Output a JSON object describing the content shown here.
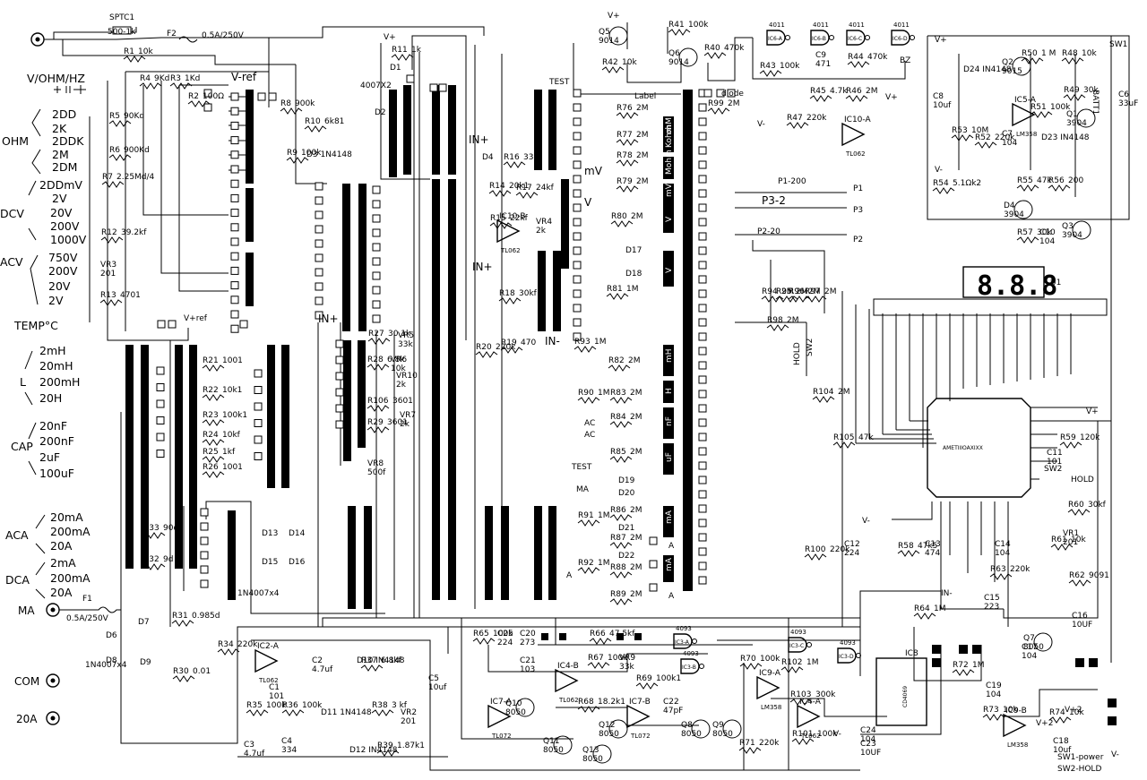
{
  "range_labels": [
    "V/OHM/HZ",
    "2DD",
    "2K",
    "OHM",
    "2DDK",
    "2M",
    "2DM",
    "2DDmV",
    "2V",
    "DCV",
    "20V",
    "200V",
    "1000V",
    "ACV",
    "750V",
    "200V",
    "20V",
    "2V",
    "TEMP°C",
    "2mH",
    "20mH",
    "L",
    "200mH",
    "20H",
    "20nF",
    "CAP",
    "200nF",
    "2uF",
    "100uF",
    "20mA",
    "ACA",
    "200mA",
    "20A",
    "2mA",
    "DCA",
    "200mA",
    "20A"
  ],
  "terminals": {
    "ma": "MA",
    "com": "COM",
    "a20": "20A"
  },
  "fuses": {
    "f1": "F1",
    "f1v": "0.5A/250V",
    "f2": "F2",
    "f2v": "0.5A/250V",
    "sptc": "SPTC1",
    "sptcv": "500-1k"
  },
  "resistors": [
    {
      "ref": "R1",
      "val": "10k"
    },
    {
      "ref": "R2",
      "val": "100Ω"
    },
    {
      "ref": "R3",
      "val": "1Kd"
    },
    {
      "ref": "R4",
      "val": "9Kd"
    },
    {
      "ref": "R5",
      "val": "90Kd"
    },
    {
      "ref": "R6",
      "val": "900Kd"
    },
    {
      "ref": "R7",
      "val": "2.25Md/4"
    },
    {
      "ref": "R8",
      "val": "900k"
    },
    {
      "ref": "R9",
      "val": "100k"
    },
    {
      "ref": "R10",
      "val": "6k81"
    },
    {
      "ref": "R11",
      "val": "1k"
    },
    {
      "ref": "R12",
      "val": "39.2kf"
    },
    {
      "ref": "R13",
      "val": "4701"
    },
    {
      "ref": "R14",
      "val": "20k1"
    },
    {
      "ref": "R15",
      "val": "22kf"
    },
    {
      "ref": "R16",
      "val": "33kf"
    },
    {
      "ref": "R17",
      "val": "24kf"
    },
    {
      "ref": "R18",
      "val": "30kf"
    },
    {
      "ref": "R19",
      "val": "470"
    },
    {
      "ref": "R20",
      "val": "220k"
    },
    {
      "ref": "R21",
      "val": "1001"
    },
    {
      "ref": "R22",
      "val": "10k1"
    },
    {
      "ref": "R23",
      "val": "100k1"
    },
    {
      "ref": "R24",
      "val": "10kf"
    },
    {
      "ref": "R25",
      "val": "1kf"
    },
    {
      "ref": "R26",
      "val": "1001"
    },
    {
      "ref": "R27",
      "val": "30.1k"
    },
    {
      "ref": "R28",
      "val": "6.8k"
    },
    {
      "ref": "R29",
      "val": "3601"
    },
    {
      "ref": "R30",
      "val": "0.01"
    },
    {
      "ref": "R31",
      "val": "0.985d"
    },
    {
      "ref": "R32",
      "val": "9d"
    },
    {
      "ref": "R33",
      "val": "90d"
    },
    {
      "ref": "R34",
      "val": "220k"
    },
    {
      "ref": "R35",
      "val": "100k"
    },
    {
      "ref": "R36",
      "val": "100k"
    },
    {
      "ref": "R37",
      "val": "6.8kf"
    },
    {
      "ref": "R38",
      "val": "3 kf"
    },
    {
      "ref": "R39",
      "val": "1.87k1"
    },
    {
      "ref": "R40",
      "val": "470k"
    },
    {
      "ref": "R41",
      "val": "100k"
    },
    {
      "ref": "R42",
      "val": "10k"
    },
    {
      "ref": "R43",
      "val": "100k"
    },
    {
      "ref": "R44",
      "val": "470k"
    },
    {
      "ref": "R45",
      "val": "4.7k"
    },
    {
      "ref": "R46",
      "val": "2M"
    },
    {
      "ref": "R47",
      "val": "220k"
    },
    {
      "ref": "R48",
      "val": "10k"
    },
    {
      "ref": "R49",
      "val": "30k"
    },
    {
      "ref": "R50",
      "val": "1 M"
    },
    {
      "ref": "R51",
      "val": "100k"
    },
    {
      "ref": "R52",
      "val": "220k"
    },
    {
      "ref": "R53",
      "val": "10M"
    },
    {
      "ref": "R54",
      "val": "5.1Ωk2"
    },
    {
      "ref": "R55",
      "val": "47k"
    },
    {
      "ref": "R56",
      "val": "200"
    },
    {
      "ref": "R57",
      "val": "30k"
    },
    {
      "ref": "R58",
      "val": "47k5"
    },
    {
      "ref": "R59",
      "val": "120k"
    },
    {
      "ref": "R60",
      "val": "30kf"
    },
    {
      "ref": "R61",
      "val": "10k"
    },
    {
      "ref": "R62",
      "val": "9091"
    },
    {
      "ref": "R63",
      "val": "220k"
    },
    {
      "ref": "R64",
      "val": "1M"
    },
    {
      "ref": "R65",
      "val": "100k"
    },
    {
      "ref": "R66",
      "val": "47.5kf"
    },
    {
      "ref": "R67",
      "val": "100k"
    },
    {
      "ref": "R68",
      "val": "18.2k1"
    },
    {
      "ref": "R69",
      "val": "100k1"
    },
    {
      "ref": "R70",
      "val": "100k"
    },
    {
      "ref": "R71",
      "val": "220k"
    },
    {
      "ref": "R72",
      "val": "1M"
    },
    {
      "ref": "R73",
      "val": "10k"
    },
    {
      "ref": "R74",
      "val": "10k"
    },
    {
      "ref": "R76",
      "val": "2M"
    },
    {
      "ref": "R77",
      "val": "2M"
    },
    {
      "ref": "R78",
      "val": "2M"
    },
    {
      "ref": "R79",
      "val": "2M"
    },
    {
      "ref": "R80",
      "val": "2M"
    },
    {
      "ref": "R81",
      "val": "1M"
    },
    {
      "ref": "R82",
      "val": "2M"
    },
    {
      "ref": "R83",
      "val": "2M"
    },
    {
      "ref": "R84",
      "val": "2M"
    },
    {
      "ref": "R85",
      "val": "2M"
    },
    {
      "ref": "R86",
      "val": "2M"
    },
    {
      "ref": "R87",
      "val": "2M"
    },
    {
      "ref": "R88",
      "val": "2M"
    },
    {
      "ref": "R89",
      "val": "2M"
    },
    {
      "ref": "R90",
      "val": "1M"
    },
    {
      "ref": "R91",
      "val": "1M"
    },
    {
      "ref": "R92",
      "val": "1M"
    },
    {
      "ref": "R93",
      "val": "1M"
    },
    {
      "ref": "R94",
      "val": "2M"
    },
    {
      "ref": "R95",
      "val": "2M"
    },
    {
      "ref": "R96",
      "val": "2M"
    },
    {
      "ref": "R97",
      "val": "2M"
    },
    {
      "ref": "R98",
      "val": "2M"
    },
    {
      "ref": "R99",
      "val": "2M"
    },
    {
      "ref": "R100",
      "val": "220k"
    },
    {
      "ref": "R101",
      "val": "100k"
    },
    {
      "ref": "R102",
      "val": "1M"
    },
    {
      "ref": "R103",
      "val": "300k"
    },
    {
      "ref": "R104",
      "val": "2M"
    },
    {
      "ref": "R105",
      "val": "47k"
    },
    {
      "ref": "R106",
      "val": "3601"
    }
  ],
  "vr": [
    {
      "ref": "VR1",
      "val": "201"
    },
    {
      "ref": "VR2",
      "val": "201"
    },
    {
      "ref": "VR3",
      "val": "201"
    },
    {
      "ref": "VR4",
      "val": "2k"
    },
    {
      "ref": "VR5",
      "val": "33k"
    },
    {
      "ref": "VR6",
      "val": "10k"
    },
    {
      "ref": "VR7",
      "val": "2k"
    },
    {
      "ref": "VR8",
      "val": "500f"
    },
    {
      "ref": "VR9",
      "val": "33k"
    },
    {
      "ref": "VR10",
      "val": "2k"
    }
  ],
  "capacitors": [
    {
      "ref": "C1",
      "val": "101"
    },
    {
      "ref": "C2",
      "val": "4.7uf"
    },
    {
      "ref": "C3",
      "val": "4.7uf"
    },
    {
      "ref": "C4",
      "val": "334"
    },
    {
      "ref": "C5",
      "val": "10uf"
    },
    {
      "ref": "C6",
      "val": "33uF"
    },
    {
      "ref": "C7",
      "val": "104"
    },
    {
      "ref": "C8",
      "val": "10uf"
    },
    {
      "ref": "C9",
      "val": "471"
    },
    {
      "ref": "C10",
      "val": "104"
    },
    {
      "ref": "C11",
      "val": "101"
    },
    {
      "ref": "C12",
      "val": "224"
    },
    {
      "ref": "C13",
      "val": "474"
    },
    {
      "ref": "C14",
      "val": "104"
    },
    {
      "ref": "C15",
      "val": "223"
    },
    {
      "ref": "C16",
      "val": "10UF"
    },
    {
      "ref": "C17",
      "val": "104"
    },
    {
      "ref": "C18",
      "val": "10uf"
    },
    {
      "ref": "C19",
      "val": "104"
    },
    {
      "ref": "C20",
      "val": "273"
    },
    {
      "ref": "C21",
      "val": "103"
    },
    {
      "ref": "C22",
      "val": "47pF"
    },
    {
      "ref": "C23",
      "val": "10UF"
    },
    {
      "ref": "C24",
      "val": "104"
    },
    {
      "ref": "C25",
      "val": "224"
    }
  ],
  "diodes": [
    "D1",
    "D2",
    "D3 1N4148",
    "D4",
    "D6",
    "D7",
    "D8",
    "D9",
    "D10 IN4148",
    "D11 1N4148",
    "D12 IN4148",
    "D13",
    "D14",
    "D15",
    "D16",
    "D17",
    "D18",
    "D19",
    "D20",
    "D21",
    "D22",
    "D23 IN4148",
    "D24 IN4148"
  ],
  "transistors": [
    {
      "ref": "Q1",
      "val": "3904"
    },
    {
      "ref": "Q2",
      "val": "9015"
    },
    {
      "ref": "Q3",
      "val": "3904"
    },
    {
      "ref": "D4",
      "val": "3904"
    },
    {
      "ref": "Q5",
      "val": "9014"
    },
    {
      "ref": "Q6",
      "val": "9014"
    },
    {
      "ref": "Q7",
      "val": "8050"
    },
    {
      "ref": "Q8",
      "val": "8050"
    },
    {
      "ref": "Q9",
      "val": "8050"
    },
    {
      "ref": "Q10",
      "val": "8050"
    },
    {
      "ref": "Q11",
      "val": "8050"
    },
    {
      "ref": "Q12",
      "val": "8050"
    },
    {
      "ref": "Q13",
      "val": "8050"
    }
  ],
  "ics": {
    "ic1": "AMETIIIOAXIXX",
    "ic2a": "TL062",
    "ic2a_ref": "IC2-A",
    "ic4b": "IC4-B",
    "ic4b_t": "TL062",
    "ic5a": "IC5-A",
    "ic5a_t": "LM358",
    "ic6a": "IC6-A",
    "ic6b": "IC6-B",
    "ic6c": "IC6-C",
    "ic6d": "IC6-D",
    "ic6_t": "4011",
    "ic7a": "IC7-A",
    "ic7a_t": "TL072",
    "ic7b": "IC7-B",
    "ic7b_t": "TL072",
    "ic9a": "IC9-A",
    "ic9a_t": "LM358",
    "ic9b": "IC9-B",
    "ic9b_t": "LM358",
    "ic10a": "IC10-A",
    "ic10a_t": "TL062",
    "ic10b": "IC10-B",
    "ic10b_t": "TL062",
    "ic3a": "IC3-A",
    "ic3b": "IC3-B",
    "ic3_t": "4093",
    "ic3c": "IC3-C",
    "ic3d": "IC3-D",
    "ic8": "IC8",
    "ic8_t": "CD4069",
    "ic4a": "IC4-A",
    "ic4a_t": "TL062",
    "u1": "U1"
  },
  "nets": {
    "vref": "V-ref",
    "vref2": "V+ref",
    "vplus": "V+",
    "vminus": "V-",
    "inplus": "IN+",
    "inminus": "IN-",
    "test": "TEST",
    "label": "Label",
    "diode": "diode",
    "p1": "P1",
    "p2": "P2",
    "p3": "P3",
    "p1_200": "P1-200",
    "p3_2": "P3-2",
    "p2_20": "P2-20",
    "hold": "HOLD",
    "sw2": "SW2",
    "sw1": "SW1",
    "bz": "BZ",
    "batt": "BATT1",
    "v2": "V+2",
    "ac": "AC",
    "ma": "MA",
    "a": "A",
    "mv": "mV",
    "v": "V",
    "sw_note1": "SW1-power",
    "sw_note2": "SW2-HOLD",
    "lm358": "LM358",
    "in4007": "1N4007x4",
    "d4007": "4007X2"
  },
  "switch_labels": [
    "mV",
    "V",
    "mH",
    "H",
    "nF",
    "uF",
    "mA",
    "A",
    "mA",
    "A",
    "Kohm",
    "Mohm",
    "ohM"
  ],
  "lcd_digits": "8.8.8"
}
